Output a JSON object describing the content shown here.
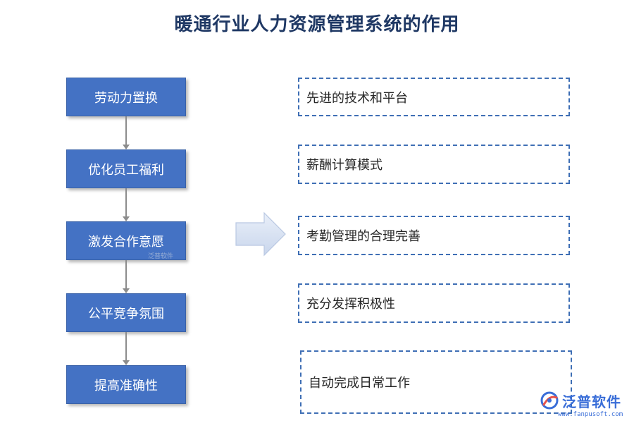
{
  "title": "暖通行业人力资源管理系统的作用",
  "left_steps": [
    {
      "label": "劳动力置换"
    },
    {
      "label": "优化员工福利"
    },
    {
      "label": "激发合作意愿"
    },
    {
      "label": "公平竞争氛围"
    },
    {
      "label": "提高准确性"
    }
  ],
  "right_items": [
    {
      "label": "先进的技术和平台"
    },
    {
      "label": "薪酬计算模式"
    },
    {
      "label": "考勤管理的合理完善"
    },
    {
      "label": "充分发挥积极性"
    },
    {
      "label": "自动完成日常工作"
    }
  ],
  "watermark_small": "泛普软件",
  "logo": {
    "text": "泛普软件",
    "url": "www.fanpusoft.com",
    "icon": "fanpu-logo-icon"
  },
  "colors": {
    "title": "#1f3864",
    "step_fill": "#4472c4",
    "dashed_border": "#3f6fb5",
    "arrow_fill": "#dbe5f4",
    "connector": "#8c8c8c"
  }
}
